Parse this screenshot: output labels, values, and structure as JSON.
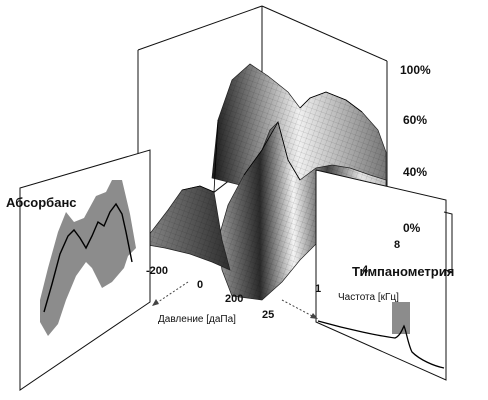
{
  "labels": {
    "absorbance": "Абсорбанс",
    "tympanometry": "Тимпанометрия",
    "pressure_axis": "Давление [даПа]",
    "frequency_axis": "Частота  [кГц]"
  },
  "pressure_ticks": [
    "-200",
    "0",
    "200"
  ],
  "frequency_ticks": [
    "25",
    "1",
    "4",
    "8"
  ],
  "percent_ticks": [
    "100%",
    "60%",
    "40%",
    "0%"
  ],
  "colors": {
    "ink": "#111111",
    "band": "#8c8c8c"
  }
}
